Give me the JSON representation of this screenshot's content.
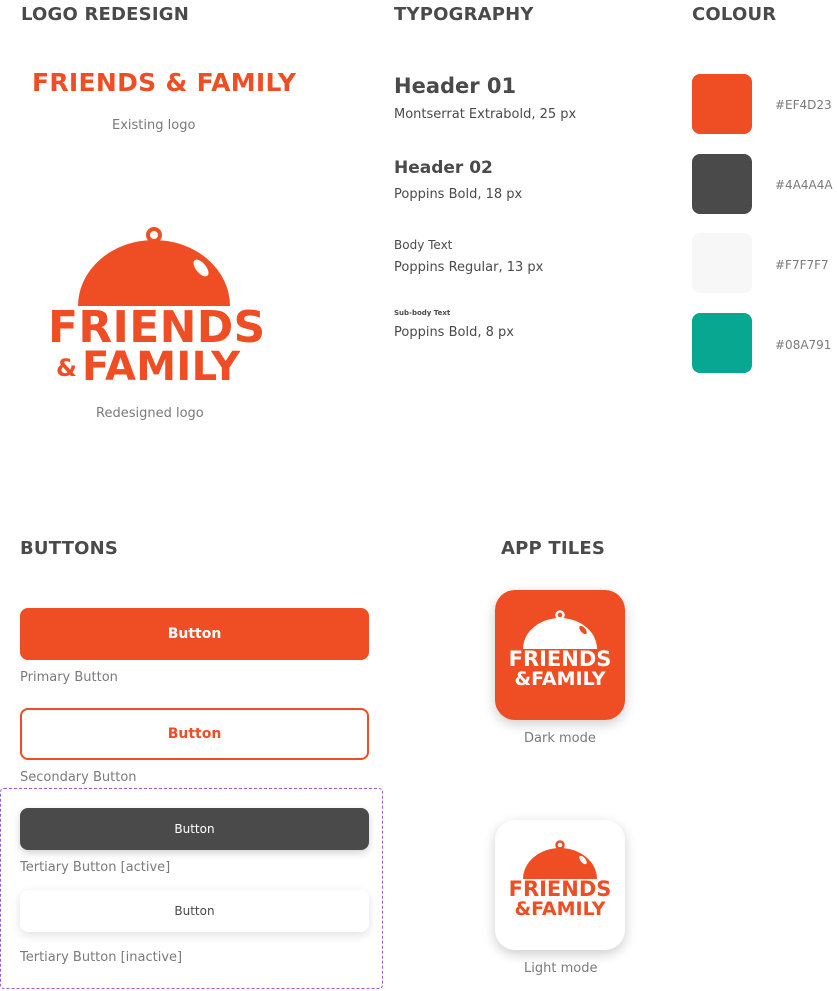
{
  "sections": {
    "logo": "LOGO REDESIGN",
    "typography": "TYPOGRAPHY",
    "colour": "COLOUR",
    "buttons": "BUTTONS",
    "app_tiles": "APP TILES"
  },
  "logo": {
    "existing_text": "FRIENDS & FAMILY",
    "existing_caption": "Existing logo",
    "redesign_line1": "FRIENDS",
    "redesign_amp": "&",
    "redesign_line2": "FAMILY",
    "redesign_caption": "Redesigned logo"
  },
  "typography": {
    "header01": {
      "sample": "Header 01",
      "desc": "Montserrat Extrabold, 25 px"
    },
    "header02": {
      "sample": "Header 02",
      "desc": "Poppins Bold, 18 px"
    },
    "body": {
      "sample": "Body Text",
      "desc": "Poppins Regular, 13 px"
    },
    "subbody": {
      "sample": "Sub-body Text",
      "desc": "Poppins Bold, 8 px"
    }
  },
  "colours": [
    {
      "hex": "#EF4D23",
      "color": "#EF4D23"
    },
    {
      "hex": "#4A4A4A",
      "color": "#4A4A4A"
    },
    {
      "hex": "#F7F7F7",
      "color": "#F7F7F7"
    },
    {
      "hex": "#08A791",
      "color": "#08A791"
    }
  ],
  "buttons": {
    "primary_label": "Button",
    "primary_caption": "Primary Button",
    "secondary_label": "Button",
    "secondary_caption": "Secondary Button",
    "tert_active_label": "Button",
    "tert_active_caption": "Tertiary Button [active]",
    "tert_inactive_label": "Button",
    "tert_inactive_caption": "Tertiary Button [inactive]"
  },
  "tiles": {
    "word1": "FRIENDS",
    "word2": "&FAMILY",
    "dark_caption": "Dark mode",
    "light_caption": "Light mode"
  },
  "icons": {
    "cloche": "cloche-icon"
  }
}
